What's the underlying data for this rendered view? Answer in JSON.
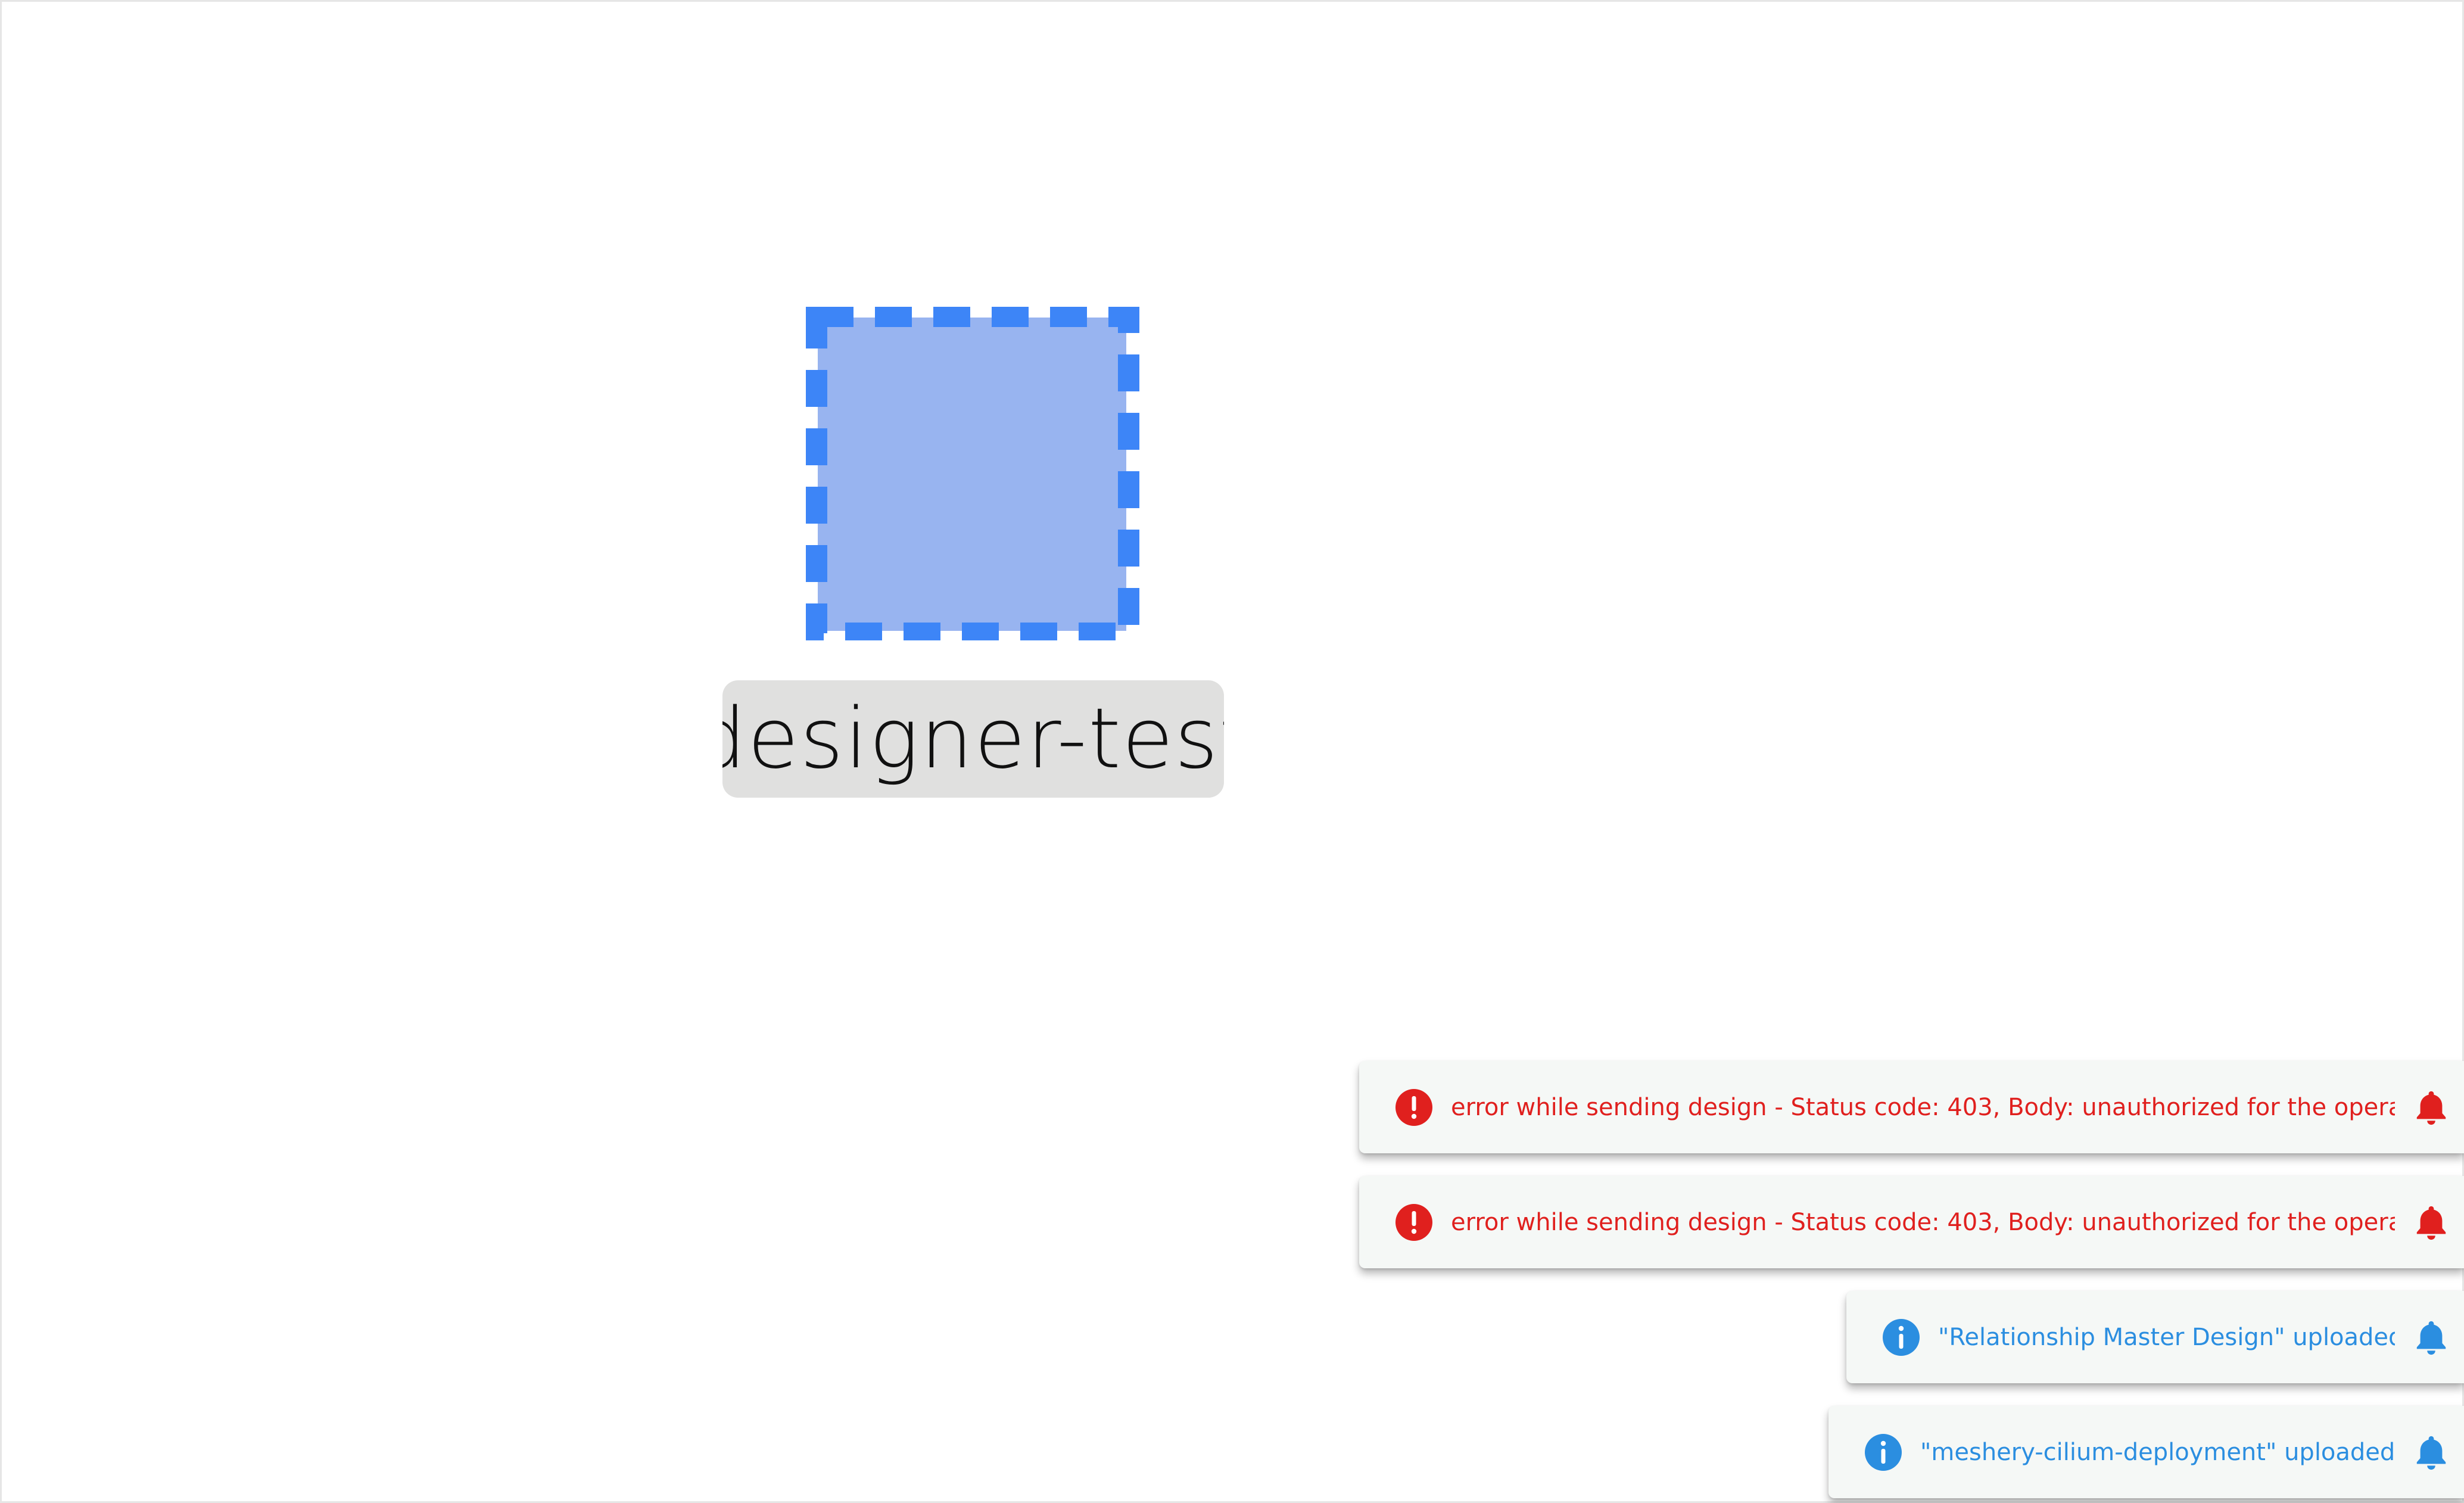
{
  "canvas": {
    "node": {
      "label": "designer-test",
      "fill_color": "#98b4f0",
      "border_color": "#3d85f7",
      "label_bg_color": "#e0e0df"
    }
  },
  "notifications": [
    {
      "type": "error",
      "icon": "error-circle-icon",
      "message": "error while sending design - Status code: 403, Body: unauthorized for the operation",
      "bell_icon": "bell-icon",
      "color": "#e0201e"
    },
    {
      "type": "error",
      "icon": "error-circle-icon",
      "message": "error while sending design - Status code: 403, Body: unauthorized for the operation",
      "bell_icon": "bell-icon",
      "color": "#e0201e"
    },
    {
      "type": "info",
      "icon": "info-circle-icon",
      "message": "\"Relationship Master Design\" uploaded.",
      "bell_icon": "bell-icon",
      "color": "#2b8ee0"
    },
    {
      "type": "info",
      "icon": "info-circle-icon",
      "message": "\"meshery-cilium-deployment\" uploaded.",
      "bell_icon": "bell-icon",
      "color": "#2b8ee0"
    }
  ]
}
